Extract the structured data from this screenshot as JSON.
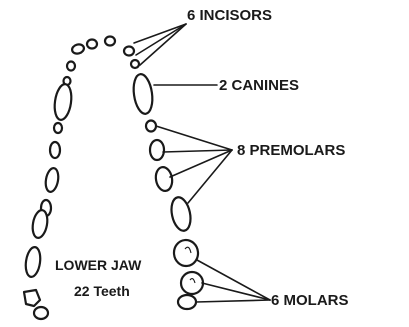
{
  "labels": {
    "incisors": "6 INCISORS",
    "canines": "2 CANINES",
    "premolars": "8 PREMOLARS",
    "molars": "6 MOLARS"
  },
  "caption": {
    "line1": "LOWER JAW",
    "line2": "22 Teeth"
  },
  "colors": {
    "ink": "#1a1a1a",
    "background": "#ffffff"
  }
}
